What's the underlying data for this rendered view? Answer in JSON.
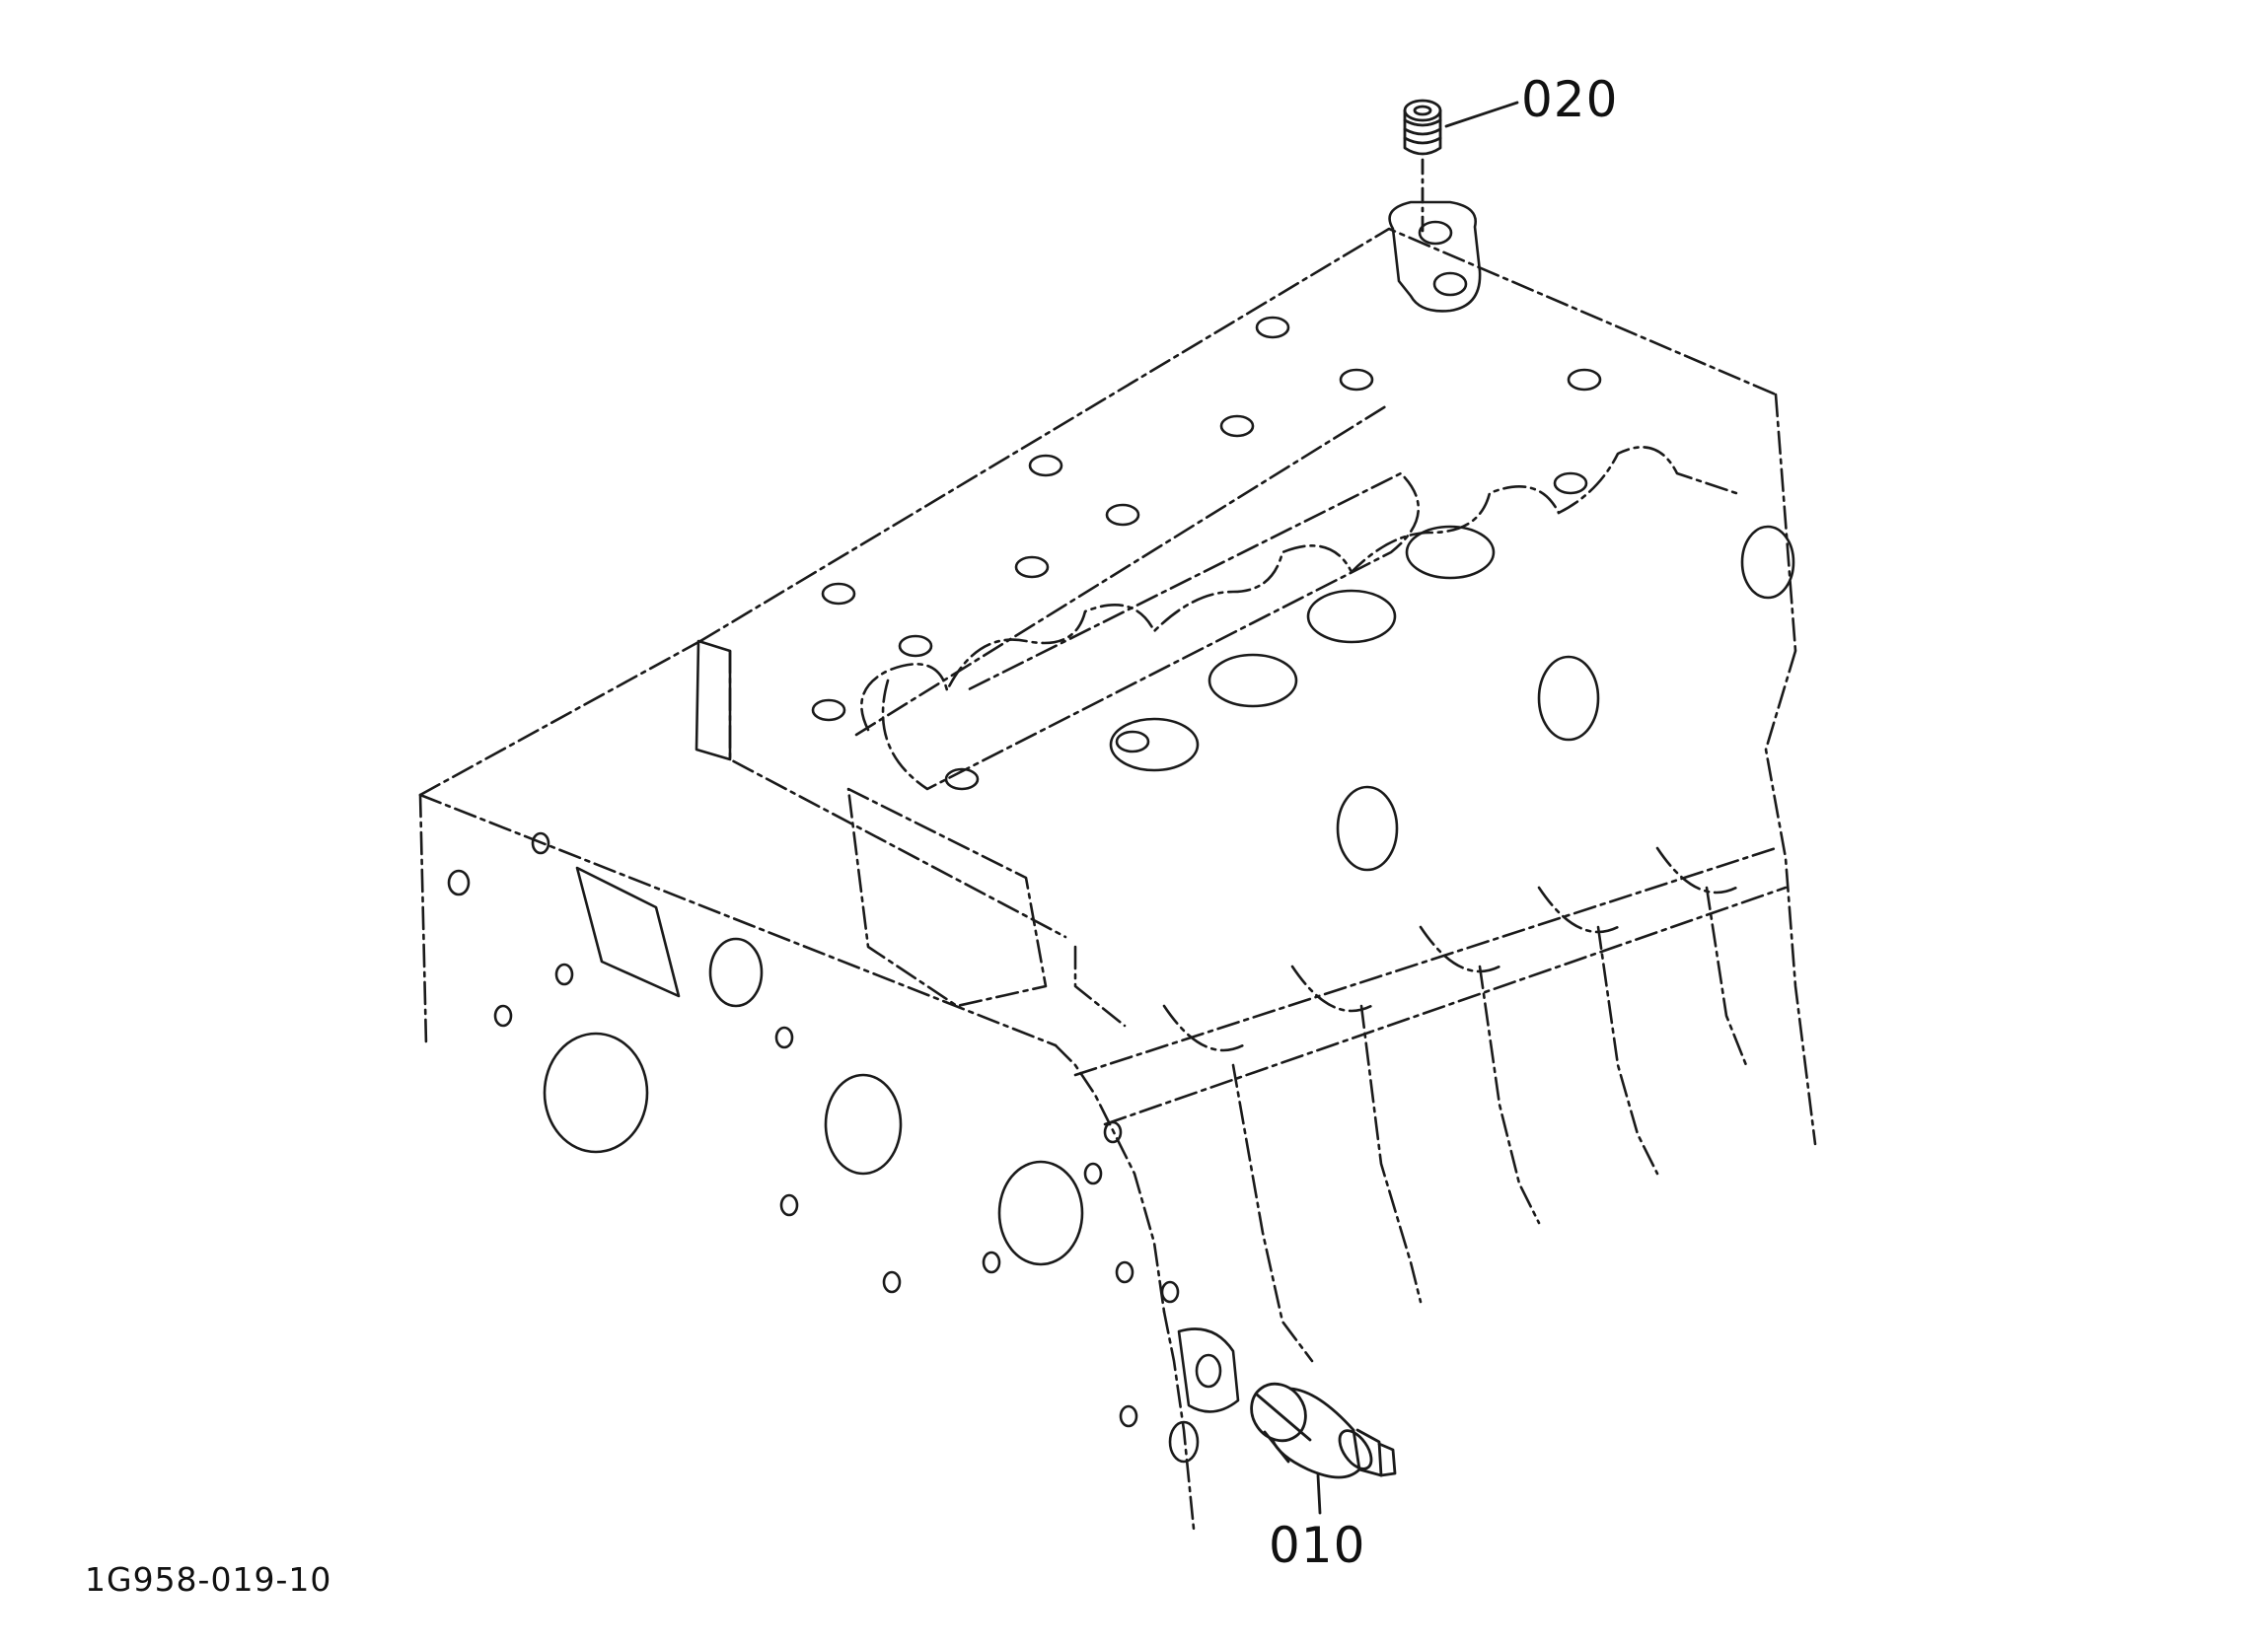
{
  "callouts": [
    {
      "id": "020",
      "text": "020",
      "part": "plug"
    },
    {
      "id": "010",
      "text": "010",
      "part": "sensor"
    }
  ],
  "figure_id": "1G958-019-10",
  "colors": {
    "line": "#1a1a1a",
    "background": "#ffffff"
  }
}
